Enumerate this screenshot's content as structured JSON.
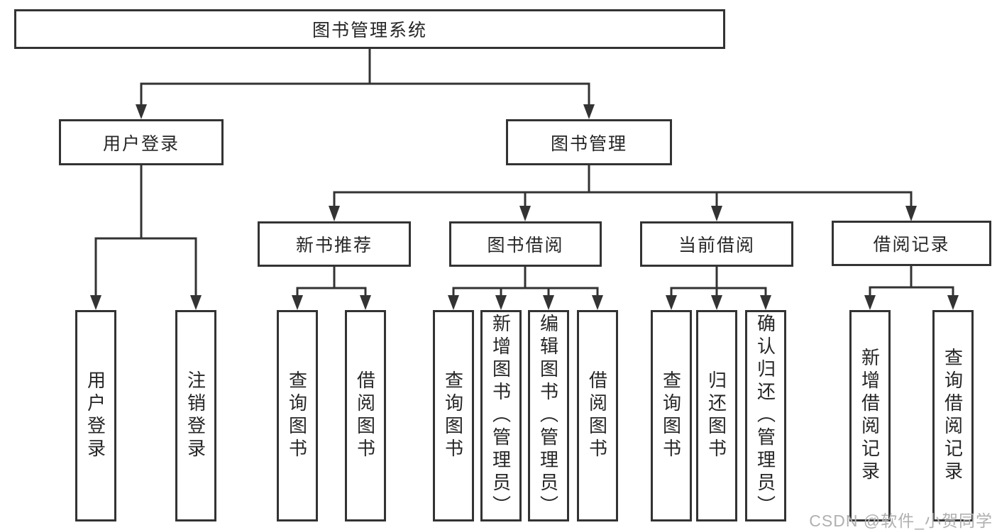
{
  "diagram": {
    "root": {
      "label": "图书管理系统",
      "children": [
        {
          "label": "用户登录",
          "children": [
            {
              "label": "用户登录"
            },
            {
              "label": "注销登录"
            }
          ]
        },
        {
          "label": "图书管理",
          "children": [
            {
              "label": "新书推荐",
              "children": [
                {
                  "label": "查询图书"
                },
                {
                  "label": "借阅图书"
                }
              ]
            },
            {
              "label": "图书借阅",
              "children": [
                {
                  "label": "查询图书"
                },
                {
                  "label": "新增图书（管理员）"
                },
                {
                  "label": "编辑图书（管理员）"
                },
                {
                  "label": "借阅图书"
                }
              ]
            },
            {
              "label": "当前借阅",
              "children": [
                {
                  "label": "查询图书"
                },
                {
                  "label": "归还图书"
                },
                {
                  "label": "确认归还（管理员）"
                }
              ]
            },
            {
              "label": "借阅记录",
              "children": [
                {
                  "label": "新增借阅记录"
                },
                {
                  "label": "查询借阅记录"
                }
              ]
            }
          ]
        }
      ]
    },
    "watermark": "CSDN @软件_小贺同学",
    "colors": {
      "line": "#333333",
      "text": "#262626",
      "watermark": "#b0b0b0",
      "background": "#ffffff"
    }
  }
}
